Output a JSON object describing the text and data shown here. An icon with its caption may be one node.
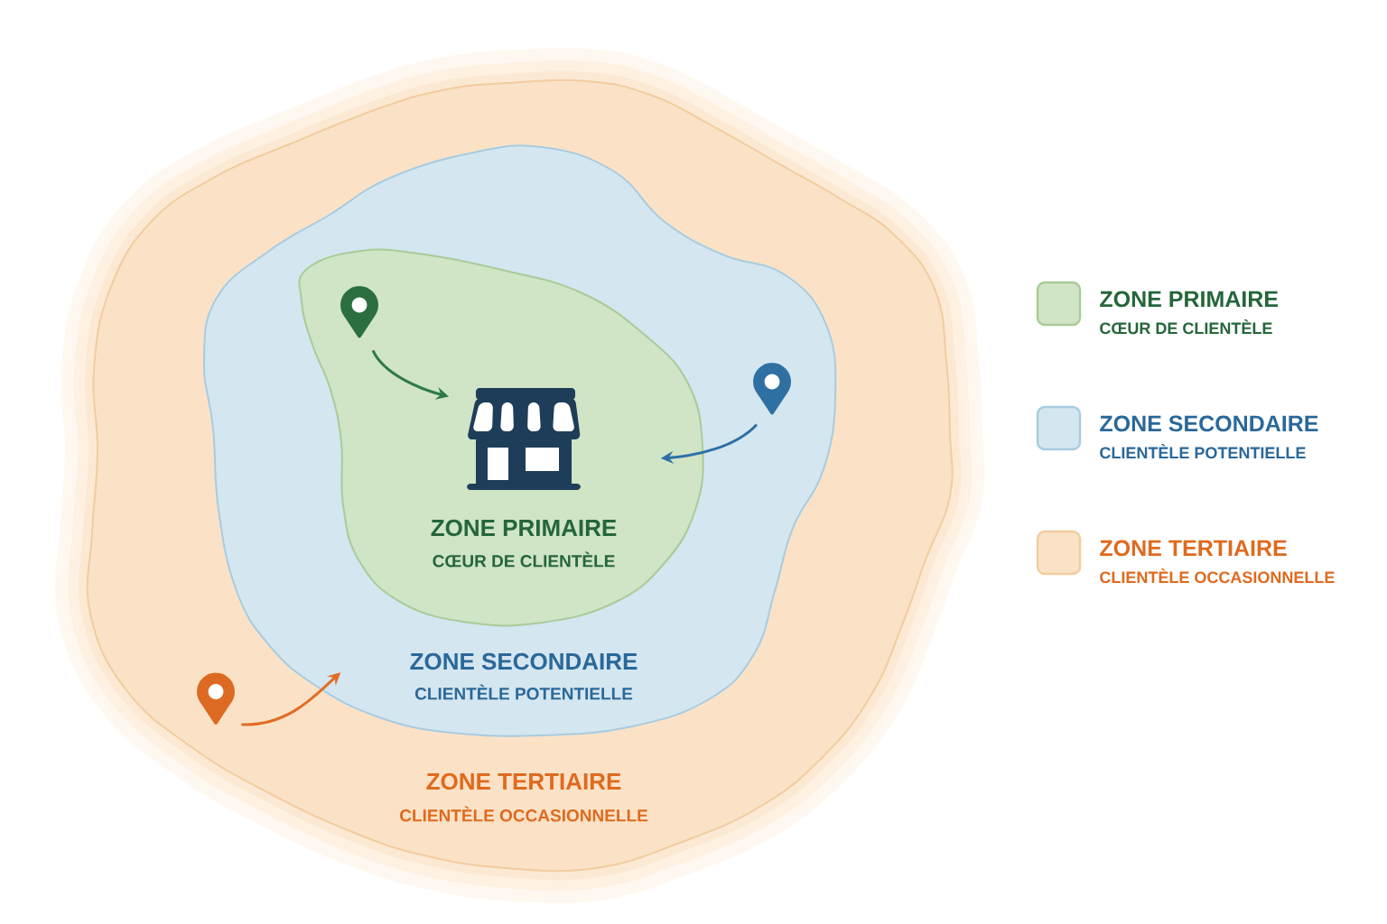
{
  "diagram": {
    "nodes": [
      {
        "text": [
          "ZONE TERTIAIRE",
          "CLIENTÈLE OCCASIONNELLE"
        ]
      },
      {
        "text": [
          "ZONE SECONDAIRE",
          "CLIENTÈLE POTENTIELLE"
        ],
        "in": 0
      },
      {
        "text": [
          "ZONE PRIMAIRE",
          "CŒUR DE CLIENTÈLE"
        ],
        "in": 1
      },
      {
        "text": [],
        "shape": "picture",
        "in": 2
      },
      {
        "text": [],
        "shape": "pin",
        "in": 2
      },
      {
        "text": [],
        "shape": "pin",
        "in": 1
      },
      {
        "text": [],
        "shape": "pin",
        "in": 0
      }
    ],
    "edges": [
      {
        "from": 4,
        "to": 3,
        "arrow": "to",
        "color": "#2e7a47"
      },
      {
        "from": 5,
        "to": 2,
        "arrow": "to",
        "color": "#2d70a6"
      },
      {
        "from": 6,
        "to": 1,
        "arrow": "to",
        "color": "#e06e25"
      }
    ],
    "labels": [
      "CŒUR DE CLIENTÈLE",
      "CLIENTÈLE POTENTIELLE",
      "CLIENTÈLE OCCASIONNELLE"
    ],
    "legend": [
      {
        "text": "ZONE PRIMAIRE",
        "color": "#d0e4c6"
      },
      {
        "text": "ZONE SECONDAIRE",
        "color": "#d4e6f0"
      },
      {
        "text": "ZONE TERTIAIRE",
        "color": "#fbe2c7"
      }
    ]
  }
}
